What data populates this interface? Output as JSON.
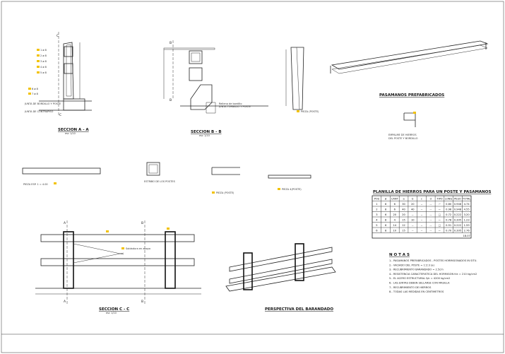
{
  "sections": {
    "aa": {
      "title": "SECCION  A - A",
      "scale": "esc 1/10"
    },
    "bb": {
      "title": "SECCION  B - B",
      "scale": "esc 1/10"
    },
    "cc": {
      "title": "SECCION  C - C",
      "scale": "esc 1/10"
    },
    "perspective": {
      "title": "PERSPECTIVA DEL BARANDADO"
    },
    "precast": {
      "title": "PASAMANOS PREFABRICADOS"
    },
    "junction": {
      "line1": "EMPALME DE HIERROS",
      "line2": "DEL POSTE Y BORDILLO"
    }
  },
  "cut_marks": {
    "a": "A",
    "b": "B",
    "c": "C"
  },
  "labels": {
    "aa": [
      "1 ø 8",
      "2 ø 8",
      "3 ø 8",
      "4 ø 8",
      "5 ø 8",
      "6 ø 8",
      "7 ø 8",
      "JUNTA DE BORDILLO Y POSTE",
      "JUNTA DE CONTRAPISO"
    ],
    "bb": [
      "Relleno de bordillo",
      "JUNTA TORNILLO Y POSTE"
    ],
    "rail_piece": "PIEZA ESP. 1 = 4.00",
    "stirrup": "ESTRIBO DE LOS POSTES",
    "post_piece": "PIEZA (POSTE)",
    "rail_bar": "PIEZA 4(POSTE)",
    "cc_weld": "Soldadura en apoyo"
  },
  "table": {
    "title": "PLANILLA DE HIERROS PARA UN POSTE Y PASAMANOS",
    "headers": [
      "POS",
      "ø",
      "CANT",
      "a",
      "b",
      "c",
      "d",
      "TIPO",
      "LONG",
      "PESO",
      "TOTAL"
    ],
    "rows": [
      [
        "1",
        "8",
        "6",
        "30",
        "20",
        "--",
        "--",
        "⌐",
        "0.80",
        "0.948",
        "4.74"
      ],
      [
        "2",
        "8",
        "6",
        "40",
        "40",
        "--",
        "--",
        "⌐",
        "0.96",
        "0.948",
        "4.55"
      ],
      [
        "3",
        "6",
        "20",
        "20",
        "--",
        "--",
        "--",
        "□",
        "0.72",
        "0.222",
        "3.20"
      ],
      [
        "4",
        "8",
        "4",
        "15",
        "10",
        "--",
        "--",
        "⌐",
        "0.78",
        "0.395",
        "1.23"
      ],
      [
        "5",
        "6",
        "14",
        "12",
        "--",
        "--",
        "--",
        "□",
        "0.51",
        "0.222",
        "1.59"
      ],
      [
        "6",
        "8",
        "10",
        "15",
        "--",
        "--",
        "--",
        "⌐",
        "0.70",
        "0.395",
        "2.76"
      ]
    ],
    "total": "18.07"
  },
  "notes": {
    "title": "N O T A S",
    "items": [
      "1.- PASAMANOS PREFABRICADOS - POSTES HORMIGONADOS IN SITU.",
      "2.- VACIADO DEL POSTE = 1:2:3 (a)",
      "3.- RECUBRIMIENTO BARANDADO = 2.5cm",
      "4.- RESISTENCIA CARACTERISTICA DEL HORMIGON fck = 210 kg/cm2",
      "5.- EL ACERO ESTRUCTURAL fyk = 4200 kg/cm2",
      "6.- LAS JUNTAS DEBEN SELLARSE CON MASILLA",
      "7.- RECUBRIMIENTO DE HIERROS",
      "8.- TODAS LAS MEDIDAS EN CENTIMETROS"
    ]
  },
  "colors": {
    "tag": "#f2c200",
    "line": "#222222",
    "background": "#ffffff"
  }
}
